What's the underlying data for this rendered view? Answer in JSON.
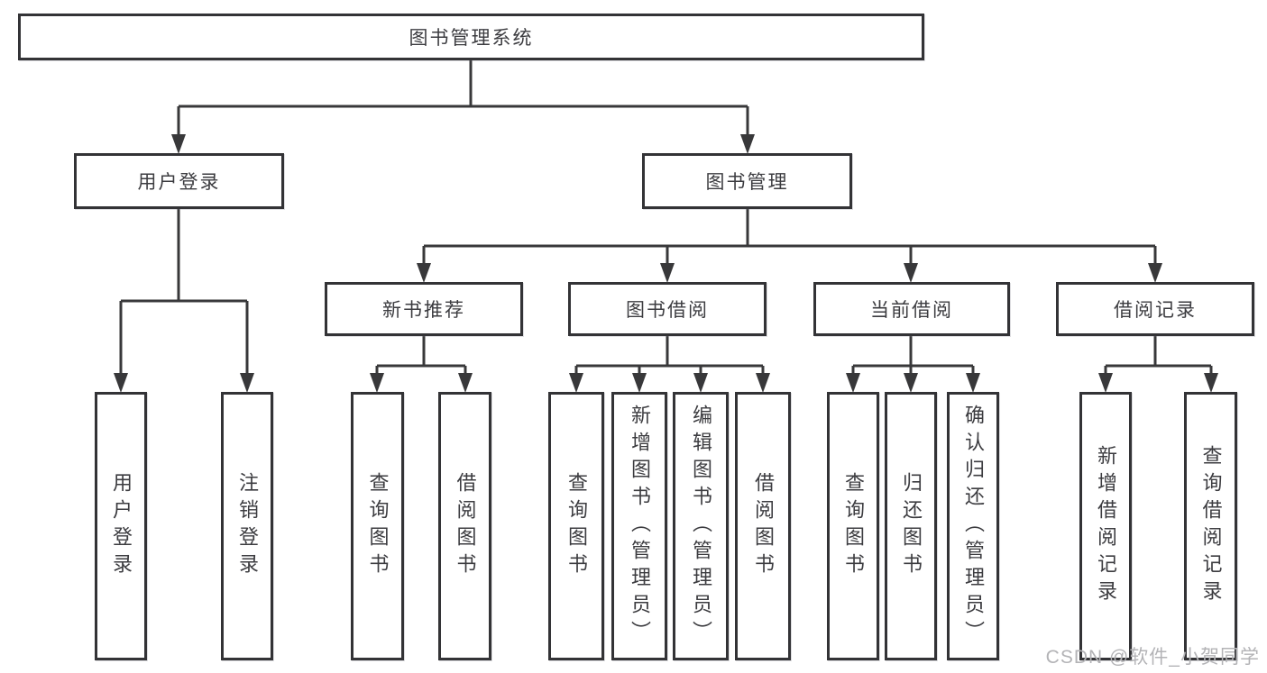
{
  "diagram_title": "图书管理系统",
  "nodes": {
    "root": "图书管理系统",
    "level2": [
      "用户登录",
      "图书管理"
    ],
    "level3": [
      "新书推荐",
      "图书借阅",
      "当前借阅",
      "借阅记录"
    ],
    "leaves": {
      "user": [
        "用户登录",
        "注销登录"
      ],
      "newbook": [
        "查询图书",
        "借阅图书"
      ],
      "borrow": [
        "查询图书",
        "新增图书（管理员）",
        "编辑图书（管理员）",
        "借阅图书"
      ],
      "current": [
        "查询图书",
        "归还图书",
        "确认归还（管理员）"
      ],
      "records": [
        "新增借阅记录",
        "查询借阅记录"
      ]
    }
  },
  "watermark": "CSDN @软件_小贺同学",
  "colors": {
    "background": "#ffffff",
    "line": "#38383a",
    "box_border": "#333336",
    "text": "#3c3c40",
    "watermark": "#b3b3b6"
  }
}
